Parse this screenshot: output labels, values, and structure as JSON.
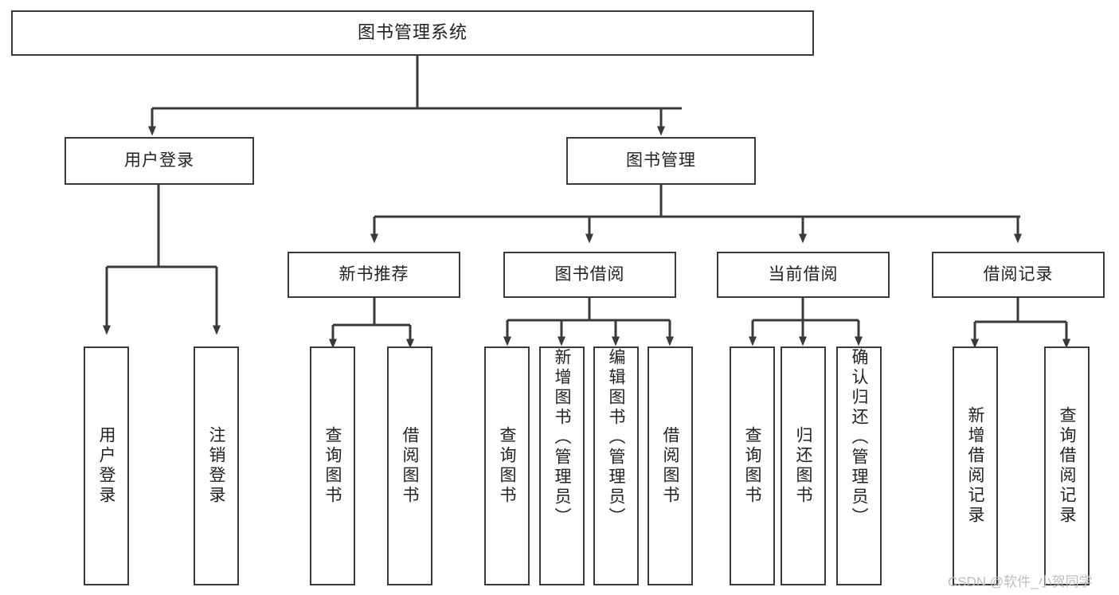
{
  "diagram": {
    "type": "tree",
    "title": "图书管理系统",
    "root": {
      "label": "图书管理系统"
    },
    "level1": [
      {
        "label": "用户登录"
      },
      {
        "label": "图书管理"
      }
    ],
    "level2": [
      {
        "label": "新书推荐"
      },
      {
        "label": "图书借阅"
      },
      {
        "label": "当前借阅"
      },
      {
        "label": "借阅记录"
      }
    ],
    "leaves": {
      "user_login": [
        {
          "label": "用户登录"
        },
        {
          "label": "注销登录"
        }
      ],
      "new_book_recommend": [
        {
          "label": "查询图书"
        },
        {
          "label": "借阅图书"
        }
      ],
      "book_borrow": [
        {
          "label": "查询图书"
        },
        {
          "label": "新增图书（管理员）"
        },
        {
          "label": "编辑图书（管理员）"
        },
        {
          "label": "借阅图书"
        }
      ],
      "current_borrow": [
        {
          "label": "查询图书"
        },
        {
          "label": "归还图书"
        },
        {
          "label": "确认归还（管理员）"
        }
      ],
      "borrow_record": [
        {
          "label": "新增借阅记录"
        },
        {
          "label": "查询借阅记录"
        }
      ]
    }
  },
  "watermark": {
    "text": "CSDN @软件_小贺同学"
  },
  "colors": {
    "stroke": "#3a3a3a",
    "fill": "#ffffff",
    "text": "#222222",
    "watermark": "#bdbdbd"
  }
}
